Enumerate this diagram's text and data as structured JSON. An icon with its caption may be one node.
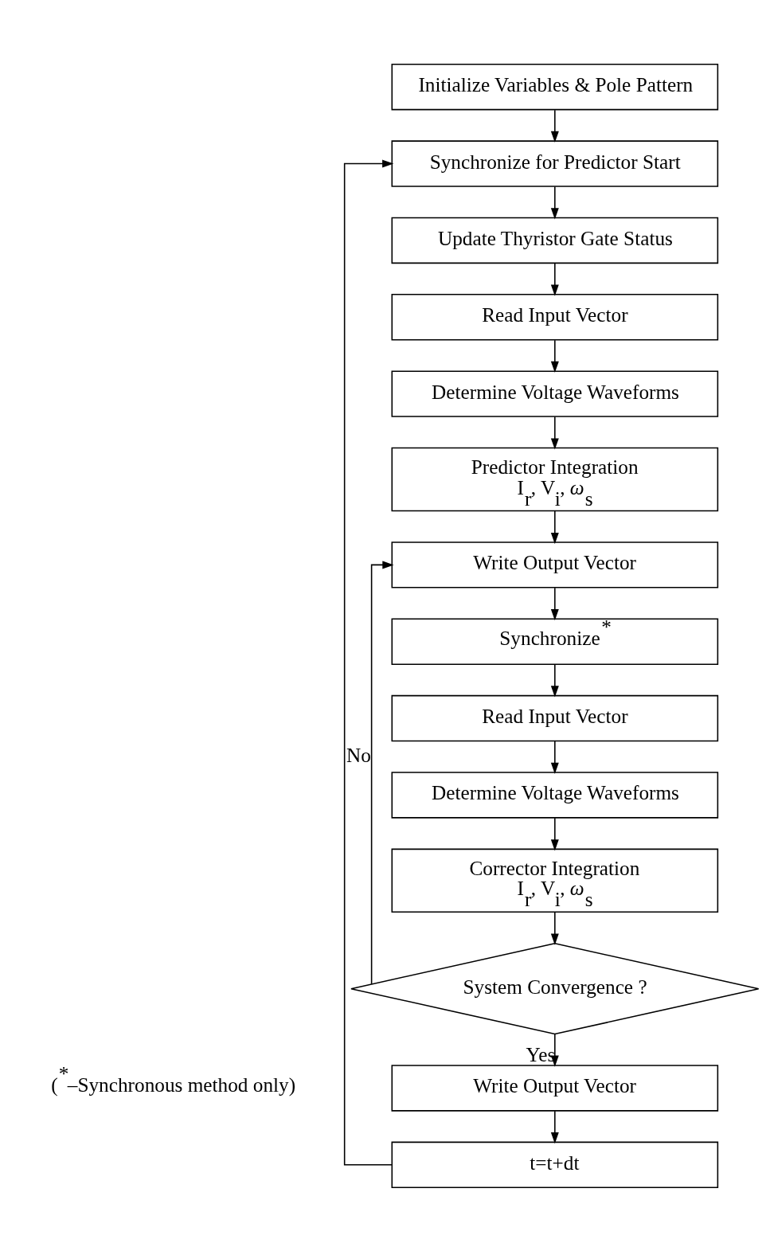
{
  "diagram": {
    "nodes": [
      {
        "text": [
          "Initialize Variables & Pole Pattern"
        ]
      },
      {
        "text": [
          "Synchronize for Predictor Start"
        ]
      },
      {
        "text": [
          "Update Thyristor Gate Status"
        ]
      },
      {
        "text": [
          "Read Input Vector"
        ]
      },
      {
        "text": [
          "Determine Voltage Waveforms"
        ]
      },
      {
        "text": [
          "Predictor Integration",
          "I$_{r}$, V$_{i}$, *ω*$_{s}$"
        ]
      },
      {
        "text": [
          "Write Output Vector"
        ]
      },
      {
        "text": [
          "Synchronize$^{*}$"
        ]
      },
      {
        "text": [
          "Read Input Vector"
        ]
      },
      {
        "text": [
          "Determine Voltage Waveforms"
        ]
      },
      {
        "text": [
          "Corrector Integration",
          "I$_{r}$, V$_{i}$, *ω*$_{s}$"
        ]
      },
      {
        "text": [
          "System Convergence ?"
        ]
      },
      {
        "text": [
          "Write Output Vector"
        ]
      },
      {
        "text": [
          "t=t+dt"
        ]
      }
    ],
    "edges": [
      {
        "from": 0,
        "to": 1,
        "arrow": "to"
      },
      {
        "from": 1,
        "to": 2,
        "arrow": "to"
      },
      {
        "from": 2,
        "to": 3,
        "arrow": "to"
      },
      {
        "from": 3,
        "to": 4,
        "arrow": "to"
      },
      {
        "from": 4,
        "to": 5,
        "arrow": "to"
      },
      {
        "from": 5,
        "to": 6,
        "arrow": "to"
      },
      {
        "from": 6,
        "to": 7,
        "arrow": "to"
      },
      {
        "from": 7,
        "to": 8,
        "arrow": "to"
      },
      {
        "from": 8,
        "to": 9,
        "arrow": "to"
      },
      {
        "from": 9,
        "to": 10,
        "arrow": "to"
      },
      {
        "from": 10,
        "to": 11,
        "arrow": "to"
      },
      {
        "from": 11,
        "to": 6,
        "arrow": "to",
        "label": "No"
      },
      {
        "from": 11,
        "to": 12,
        "arrow": "to",
        "label": "Yes"
      },
      {
        "from": 12,
        "to": 13,
        "arrow": "to"
      },
      {
        "from": 13,
        "to": 1,
        "arrow": "to"
      }
    ],
    "labels": [
      "($^{*}$–Synchronous method only)"
    ]
  }
}
